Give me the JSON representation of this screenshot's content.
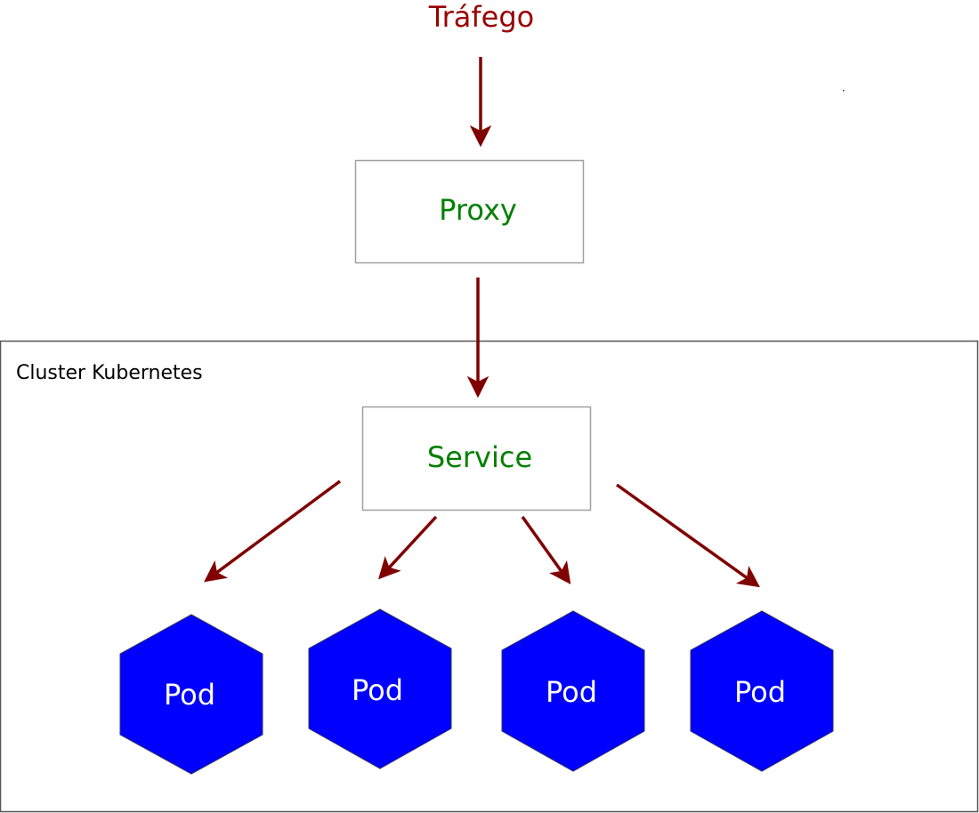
{
  "diagram": {
    "traffic_label": "Tráfego",
    "proxy_label": "Proxy",
    "cluster_label": "Cluster Kubernetes",
    "service_label": "Service",
    "pods": [
      {
        "label": "Pod"
      },
      {
        "label": "Pod"
      },
      {
        "label": "Pod"
      },
      {
        "label": "Pod"
      }
    ],
    "colors": {
      "traffic_text": "#990000",
      "box_text": "#008000",
      "arrow": "#800000",
      "pod_fill": "#0000ff",
      "pod_text": "#ffffff"
    },
    "connections": [
      {
        "from": "traffic",
        "to": "proxy"
      },
      {
        "from": "proxy",
        "to": "service"
      },
      {
        "from": "service",
        "to": "pod-1"
      },
      {
        "from": "service",
        "to": "pod-2"
      },
      {
        "from": "service",
        "to": "pod-3"
      },
      {
        "from": "service",
        "to": "pod-4"
      }
    ]
  }
}
